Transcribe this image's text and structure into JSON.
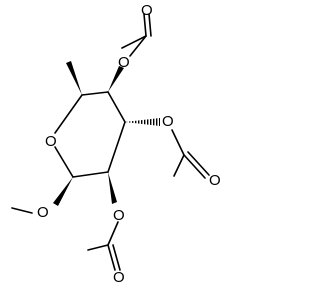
{
  "molecule": {
    "atom_labels": {
      "ring_oxygen": "O",
      "methoxy_oxygen": "O",
      "acetoxy_oxygen_1": "O",
      "carbonyl_oxygen_1": "O",
      "acetoxy_oxygen_2": "O",
      "carbonyl_oxygen_2": "O",
      "acetoxy_oxygen_3": "O",
      "carbonyl_oxygen_3": "O"
    }
  },
  "colors": {
    "bond": "#000000",
    "background": "#ffffff"
  }
}
